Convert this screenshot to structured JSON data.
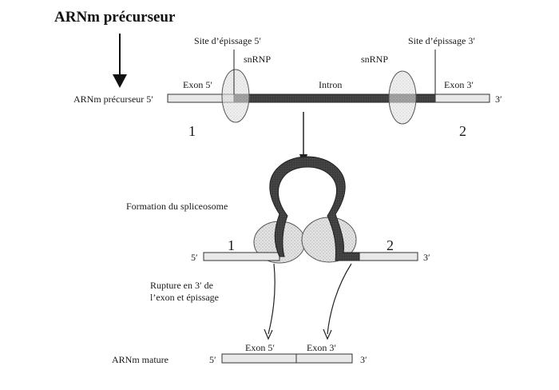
{
  "title": "ARNm précurseur",
  "stage1": {
    "precursor_label": "ARNm précurseur 5′",
    "end_3": "3′",
    "exon5_label": "Exon 5′",
    "intron_label": "Intron",
    "exon3_label": "Exon 3′",
    "site5_label": "Site d’épissage 5′",
    "site3_label": "Site d’épissage 3′",
    "snrnp_left": "snRNP",
    "snrnp_right": "snRNP",
    "num1": "1",
    "num2": "2"
  },
  "stage2": {
    "spliceosome_label": "Formation du spliceosome",
    "end_5": "5′",
    "end_3": "3′",
    "num1": "1",
    "num2": "2"
  },
  "stage3": {
    "rupture_line1": "Rupture en 3′ de",
    "rupture_line2": "l’exon et épissage",
    "mature_label": "ARNm mature",
    "end_5": "5′",
    "end_3": "3′",
    "exon5_label": "Exon 5′",
    "exon3_label": "Exon 3′"
  },
  "colors": {
    "exon_fill": "#e6e6e6",
    "intron_fill": "#3a3a3a",
    "snrnp_fill": "#dcdcdc",
    "line": "#222222"
  }
}
